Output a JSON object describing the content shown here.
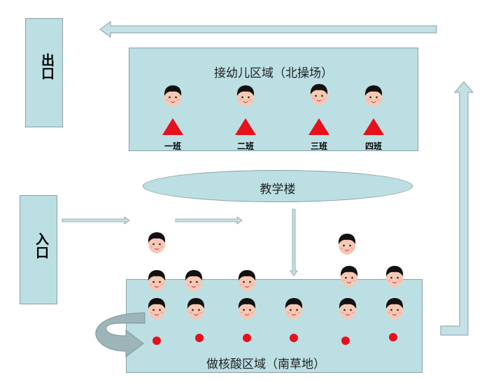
{
  "exit": {
    "label": "出口"
  },
  "entrance": {
    "label": "入口"
  },
  "pickup_area": {
    "title": "接幼儿区域（北操场）",
    "classes": [
      "一班",
      "二班",
      "三班",
      "四班"
    ]
  },
  "building": {
    "label": "教学楼"
  },
  "test_area": {
    "title": "做核酸区域（南草地）"
  },
  "colors": {
    "zone_fill": "#bcdfe3",
    "arrow_fill": "#c4e2e6",
    "triangle": "#e8101a",
    "dot": "#e8101a",
    "hair": "#111111",
    "skin": "#f7c8b4"
  },
  "icons": [
    "child-face-icon",
    "red-triangle-icon",
    "red-dot-icon",
    "arrow-icon"
  ]
}
